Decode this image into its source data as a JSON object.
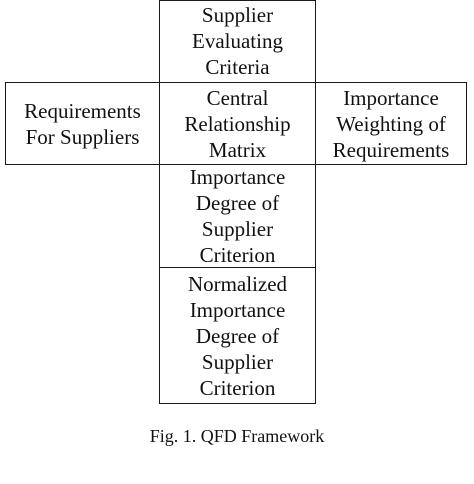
{
  "framework": {
    "top": [
      "Supplier",
      "Evaluating",
      "Criteria"
    ],
    "left": [
      "Requirements",
      "For Suppliers"
    ],
    "center": [
      "Central",
      "Relationship",
      "Matrix"
    ],
    "right": [
      "Importance",
      "Weighting of",
      "Requirements"
    ],
    "bottom1": [
      "Importance",
      "Degree of",
      "Supplier",
      "Criterion"
    ],
    "bottom2": [
      "Normalized",
      "Importance",
      "Degree of",
      "Supplier",
      "Criterion"
    ]
  },
  "caption": "Fig. 1. QFD Framework"
}
